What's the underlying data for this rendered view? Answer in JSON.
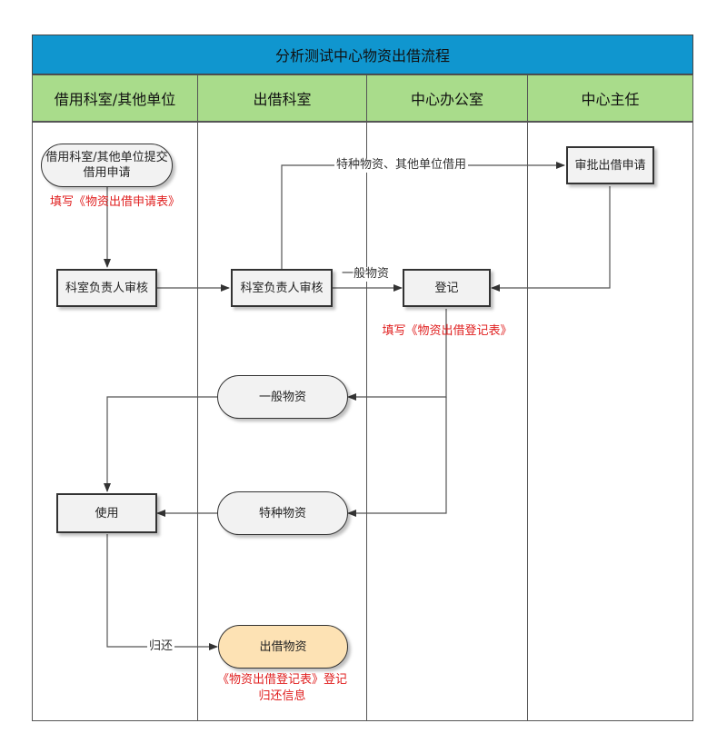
{
  "title": "分析测试中心物资出借流程",
  "lanes": [
    {
      "label": "借用科室/其他单位"
    },
    {
      "label": "出借科室"
    },
    {
      "label": "中心办公室"
    },
    {
      "label": "中心主任"
    }
  ],
  "nodes": {
    "apply": "借用科室/其他单位提交借用申请",
    "dept_review_borrower": "科室负责人审核",
    "dept_review_lender": "科室负责人审核",
    "register": "登记",
    "director_approve": "审批出借申请",
    "general_goods": "一般物资",
    "special_goods": "特种物资",
    "use": "使用",
    "lend_goods": "出借物资"
  },
  "notes": {
    "fill_apply_form": "填写《物资出借申请表》",
    "fill_register_form": "填写《物资出借登记表》",
    "register_return_1": "《物资出借登记表》登记",
    "register_return_2": "归还信息"
  },
  "edge_labels": {
    "special_other": "特种物资、其他单位借用",
    "general": "一般物资",
    "return": "归还"
  },
  "colors": {
    "title_bg": "#1096cf",
    "lane_header_bg": "#a9dc8b",
    "note_text": "#e02020",
    "highlight_node": "#fde2b4"
  }
}
